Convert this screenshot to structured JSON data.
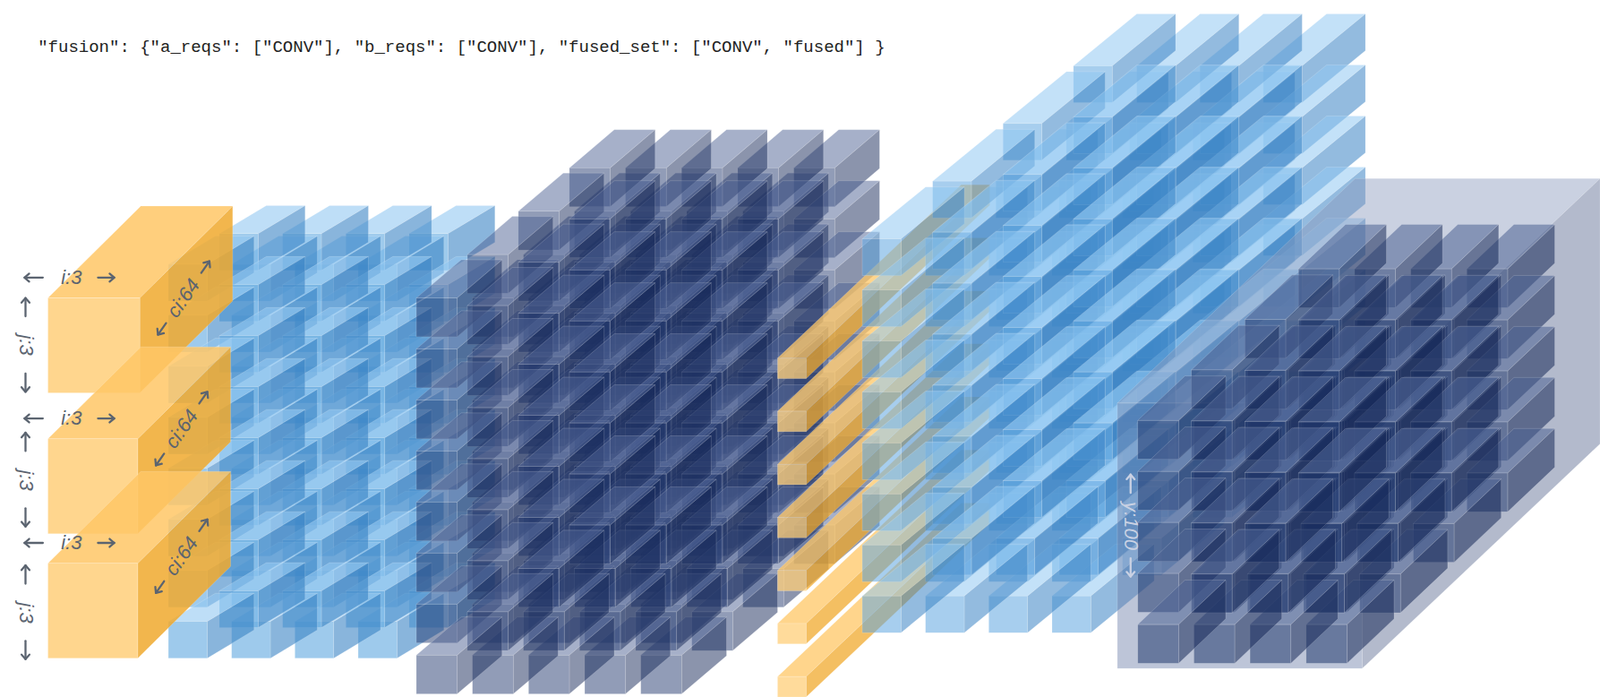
{
  "diagram": {
    "labels": [
      "\"fusion\": {\"a_reqs\": [\"CONV\"], \"b_reqs\": [\"CONV\"], \"fused_set\": [\"CONV\", \"fused\"] }",
      "i:3",
      "ci:64",
      "j:3",
      "i:3",
      "ci:64",
      "j:3",
      "i:3",
      "ci:64",
      "j:3",
      "y:100"
    ]
  }
}
